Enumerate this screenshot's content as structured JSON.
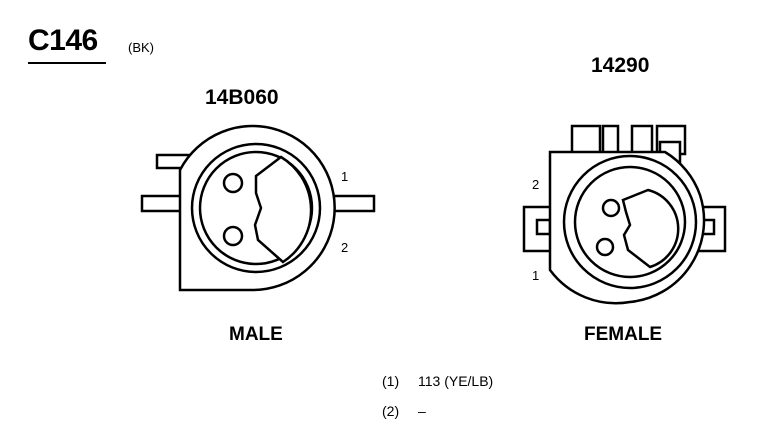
{
  "connector": {
    "id": "C146",
    "color_code": "(BK)"
  },
  "male": {
    "part_number": "14B060",
    "label": "MALE",
    "pins": [
      "1",
      "2"
    ]
  },
  "female": {
    "part_number": "14290",
    "label": "FEMALE",
    "pins": [
      "2",
      "1"
    ]
  },
  "circuits": [
    {
      "pin": "(1)",
      "value": "113 (YE/LB)"
    },
    {
      "pin": "(2)",
      "value": "–"
    }
  ]
}
